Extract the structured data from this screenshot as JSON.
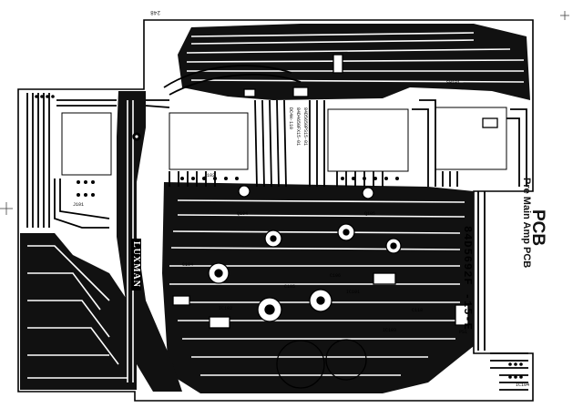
{
  "document": {
    "title": "PCB",
    "subtitle": "Pre Main Amp PCB",
    "part_number": "84D5692F -15-E",
    "page_number": "248",
    "brand": "LUXMAN"
  },
  "silkscreen": {
    "labels": [
      "IC104",
      "IC102",
      "IC101",
      "IC103",
      "Q104",
      "Q105",
      "C104",
      "C105",
      "C106",
      "C118",
      "SW101",
      "J101",
      "J102",
      "PS1"
    ],
    "part_strings": [
      "DC4H-110",
      "84D4650FX15-01",
      "84D5650PS15-01"
    ]
  },
  "colors": {
    "ink": "#000000",
    "paper": "#ffffff"
  }
}
